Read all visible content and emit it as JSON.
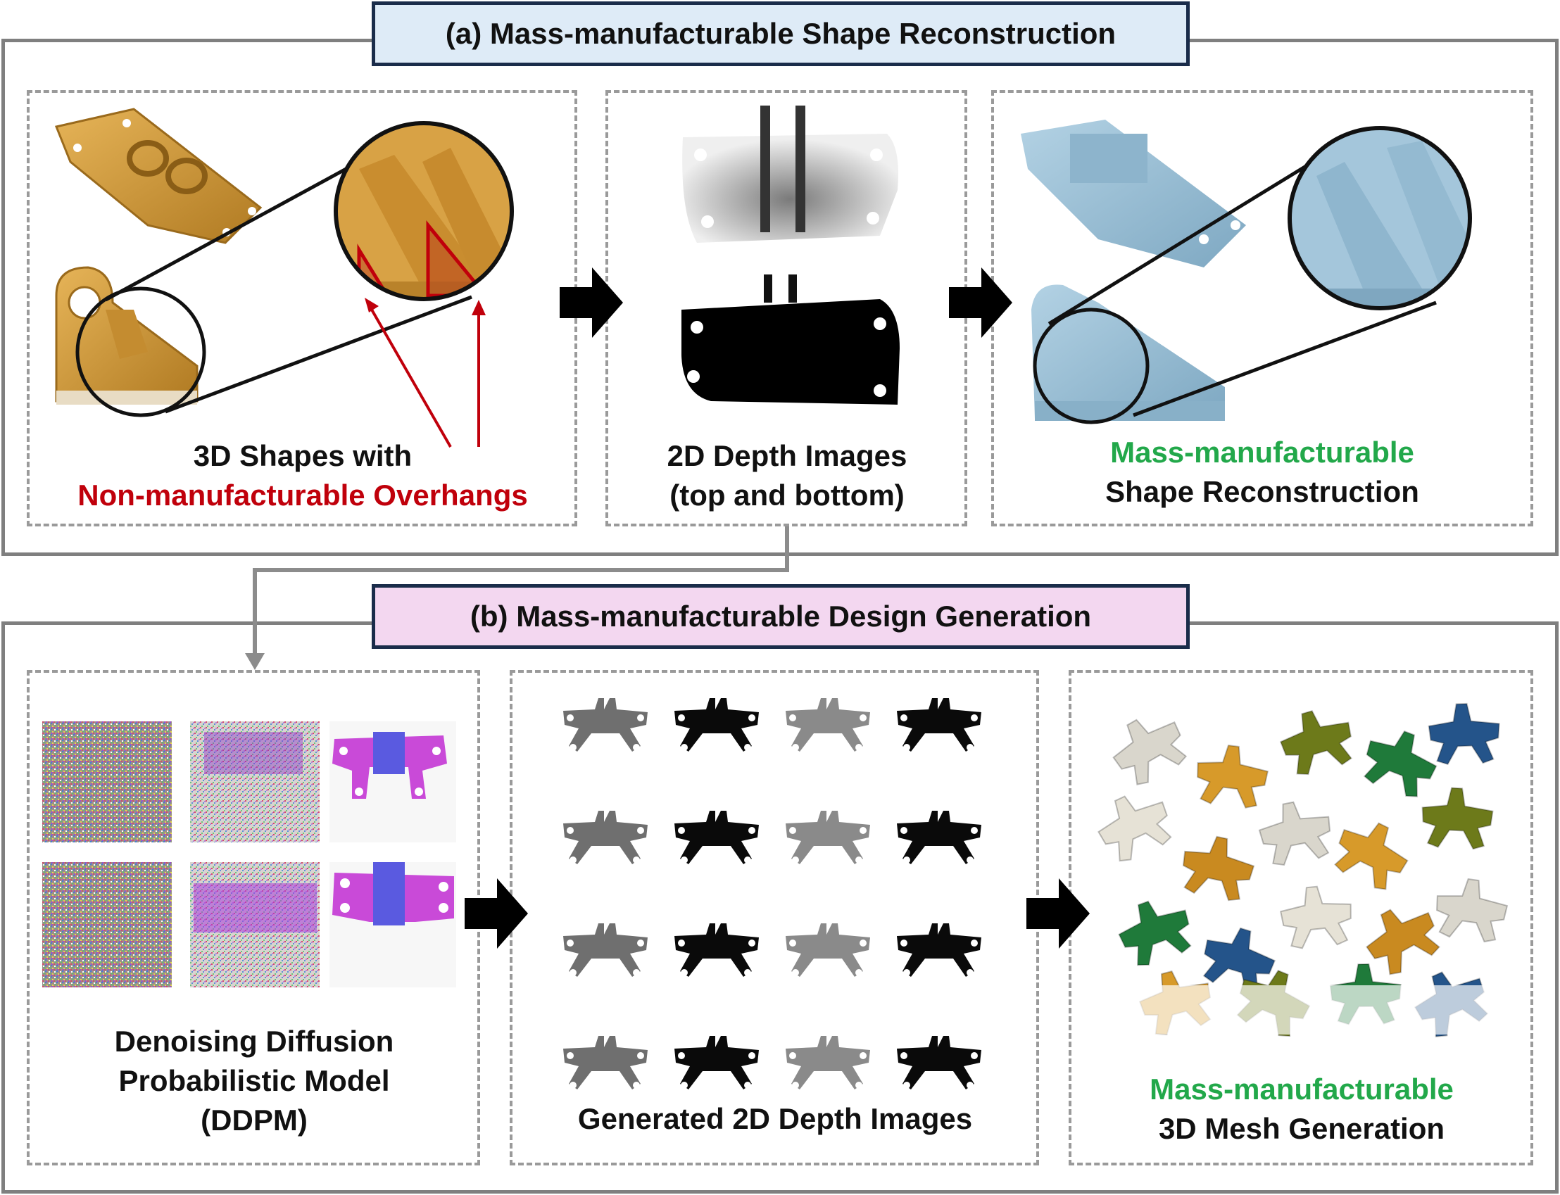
{
  "section_a": {
    "title": "(a) Mass-manufacturable Shape Reconstruction",
    "panel1": {
      "line1": "3D Shapes with",
      "line2": "Non-manufacturable Overhangs"
    },
    "panel2": {
      "line1": "2D Depth Images",
      "line2": "(top and bottom)"
    },
    "panel3": {
      "line1": "Mass-manufacturable",
      "line2": "Shape Reconstruction"
    }
  },
  "section_b": {
    "title": "(b) Mass-manufacturable Design Generation",
    "panel1": {
      "line1": "Denoising Diffusion",
      "line2": "Probabilistic Model",
      "line3": "(DDPM)"
    },
    "panel2": {
      "line1": "Generated 2D Depth Images"
    },
    "panel3": {
      "line1": "Mass-manufacturable",
      "line2": "3D Mesh Generation"
    }
  },
  "colors": {
    "section_border": "#7f7f7f",
    "title_a_bg": "#deebf7",
    "title_b_bg": "#f3d7f0",
    "title_border": "#1a2c4a",
    "green_text": "#22a84a",
    "red_text": "#c0000b",
    "orange_part": "#d9a23e",
    "blue_part": "#9ec1d6"
  }
}
